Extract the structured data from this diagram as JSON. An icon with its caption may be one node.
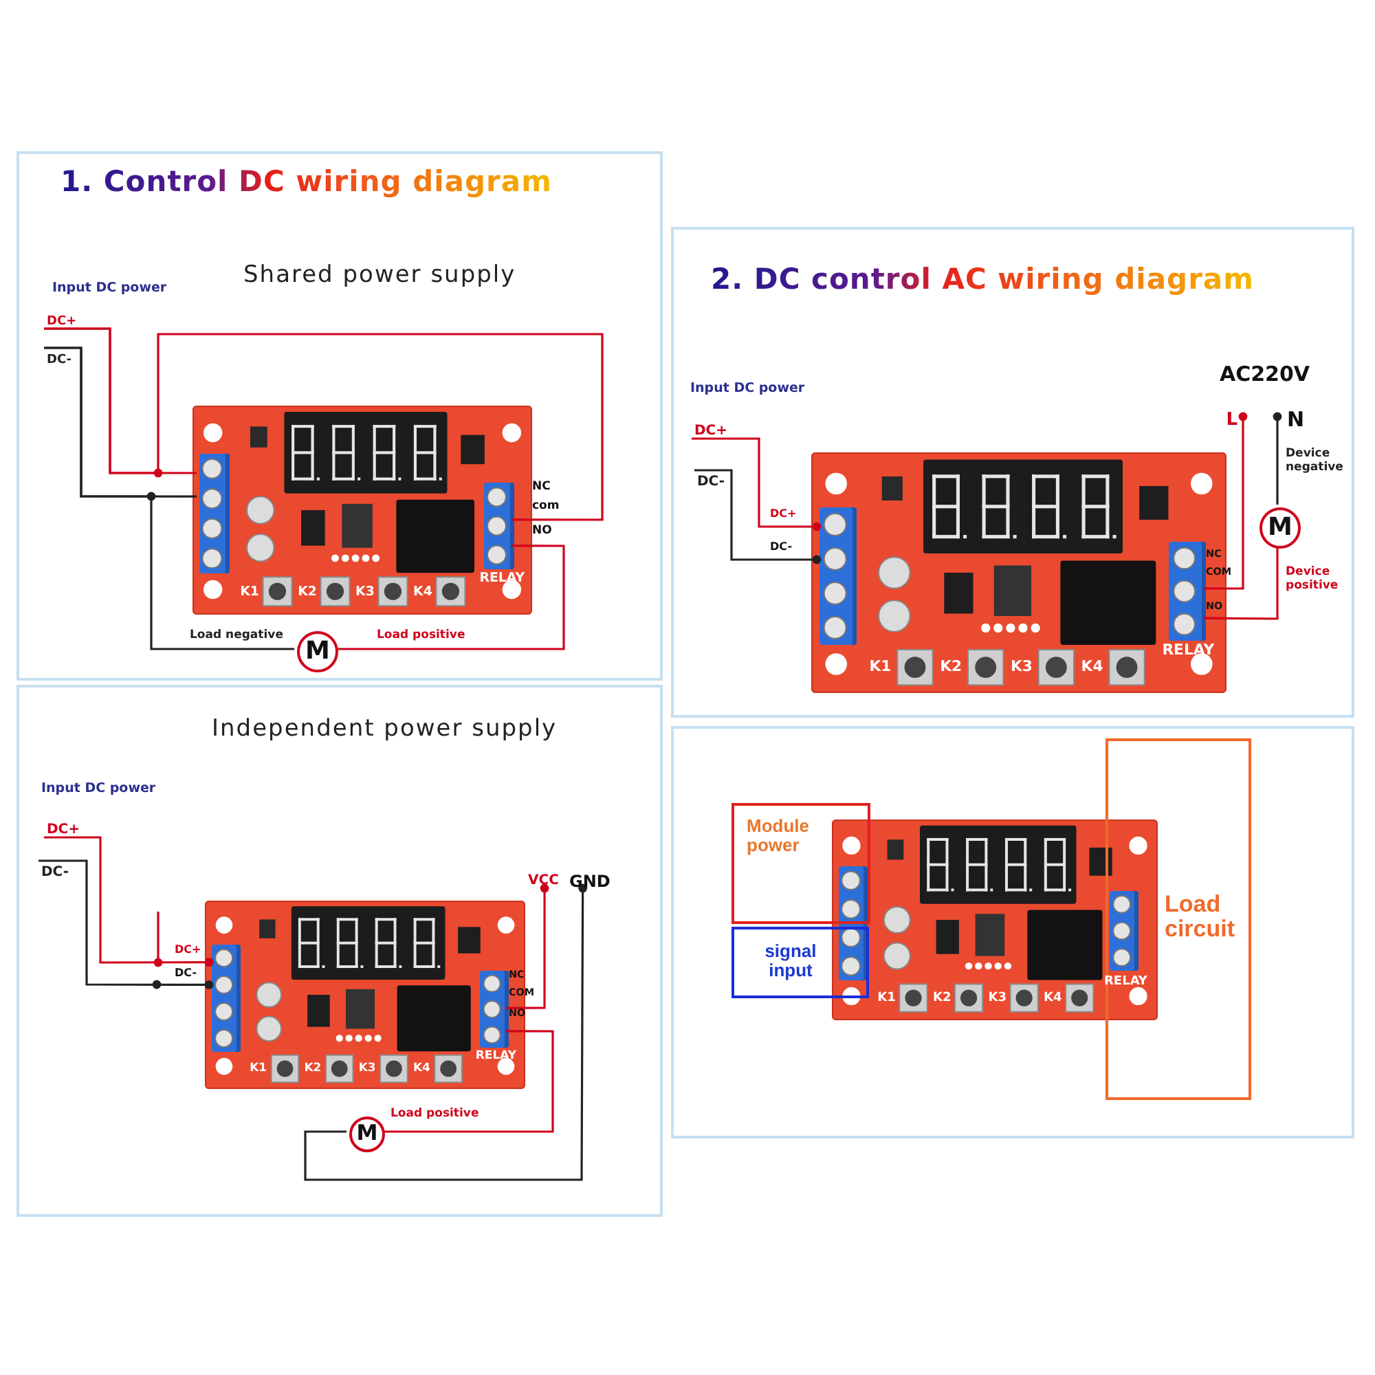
{
  "diagram": {
    "nodes": [
      {
        "text": [
          "1. Control DC wiring diagram",
          "Shared power supply"
        ]
      },
      {
        "text": [
          "DC+"
        ],
        "in": 0
      },
      {
        "text": [
          "DC-"
        ],
        "in": 0
      },
      {
        "text": [
          "K1",
          "K2",
          "K3",
          "K4",
          "RELAY"
        ],
        "in": 0
      },
      {
        "text": [],
        "shape": "box",
        "in": 3
      },
      {
        "text": [],
        "shape": "box",
        "in": 3,
        "beside": [
          "NC",
          "com",
          "NO"
        ]
      },
      {
        "text": [
          "M"
        ],
        "in": 0
      },
      {
        "text": [
          "2. DC control AC wiring diagram"
        ]
      },
      {
        "text": [
          "DC+"
        ],
        "in": 7
      },
      {
        "text": [
          "DC-"
        ],
        "in": 7
      },
      {
        "text": [
          "K1",
          "K2",
          "K3",
          "K4",
          "RELAY"
        ],
        "in": 7
      },
      {
        "text": [],
        "shape": "box",
        "in": 10,
        "beside": [
          "DC+",
          "DC-"
        ]
      },
      {
        "text": [],
        "shape": "box",
        "in": 10,
        "beside": [
          "NC",
          "COM",
          "NO"
        ]
      },
      {
        "text": [
          "L"
        ],
        "in": 7
      },
      {
        "text": [
          "N"
        ],
        "in": 7
      },
      {
        "text": [
          "M"
        ],
        "in": 7
      },
      {
        "text": [
          "Independent power supply"
        ]
      },
      {
        "text": [
          "DC+"
        ],
        "in": 16
      },
      {
        "text": [
          "DC-"
        ],
        "in": 16
      },
      {
        "text": [
          "K1",
          "K2",
          "K3",
          "K4",
          "RELAY"
        ],
        "in": 16
      },
      {
        "text": [],
        "shape": "box",
        "in": 19,
        "beside": [
          "DC+",
          "DC-"
        ]
      },
      {
        "text": [],
        "shape": "box",
        "in": 19,
        "beside": [
          "NC",
          "COM",
          "NO"
        ]
      },
      {
        "text": [
          "VCC"
        ],
        "in": 16
      },
      {
        "text": [
          "GND"
        ],
        "in": 16
      },
      {
        "text": [
          "M"
        ],
        "in": 16
      },
      {
        "text": [],
        "shape": "box"
      },
      {
        "text": [
          "K1",
          "K2",
          "K3",
          "K4"
        ],
        "in": 25
      },
      {
        "text": [],
        "shape": "box",
        "in": 26
      },
      {
        "text": [],
        "shape": "box",
        "beside": [
          "RELAY"
        ]
      },
      {
        "text": [
          "Module power"
        ],
        "in": 25
      },
      {
        "text": [
          "signal input"
        ],
        "in": 25
      },
      {
        "text": [
          "Load circuit"
        ],
        "in": 25
      }
    ],
    "edges": [
      {
        "from": 1,
        "to": 4,
        "arrow": "none"
      },
      {
        "from": 1,
        "to": 5,
        "arrow": "none"
      },
      {
        "from": 2,
        "to": 4,
        "arrow": "none",
        "color": "#222222"
      },
      {
        "from": 2,
        "to": 6,
        "arrow": "none",
        "color": "#222222",
        "label": "Load negative"
      },
      {
        "from": 5,
        "to": 6,
        "arrow": "none",
        "label": "Load positive"
      },
      {
        "from": 8,
        "to": 11,
        "arrow": "other"
      },
      {
        "from": 9,
        "to": 11,
        "arrow": "other",
        "color": "#222222"
      },
      {
        "from": 12,
        "to": 13,
        "arrow": "other"
      },
      {
        "from": 15,
        "to": 14,
        "arrow": "other",
        "color": "#222222",
        "label": "Device negative"
      },
      {
        "from": 15,
        "to": 12,
        "arrow": "none",
        "label": "Device positive"
      },
      {
        "from": 17,
        "to": 20,
        "arrow": "other"
      },
      {
        "from": 18,
        "to": 20,
        "arrow": "other",
        "color": "#222222"
      },
      {
        "from": 21,
        "to": 22,
        "arrow": "other"
      },
      {
        "from": 21,
        "to": 24,
        "arrow": "none",
        "label": "Load positive"
      },
      {
        "from": 24,
        "to": 23,
        "arrow": "other",
        "color": "#222222"
      }
    ],
    "labels": [
      "Input DC power",
      "Input DC power",
      "AC220V",
      "Input DC power"
    ]
  }
}
